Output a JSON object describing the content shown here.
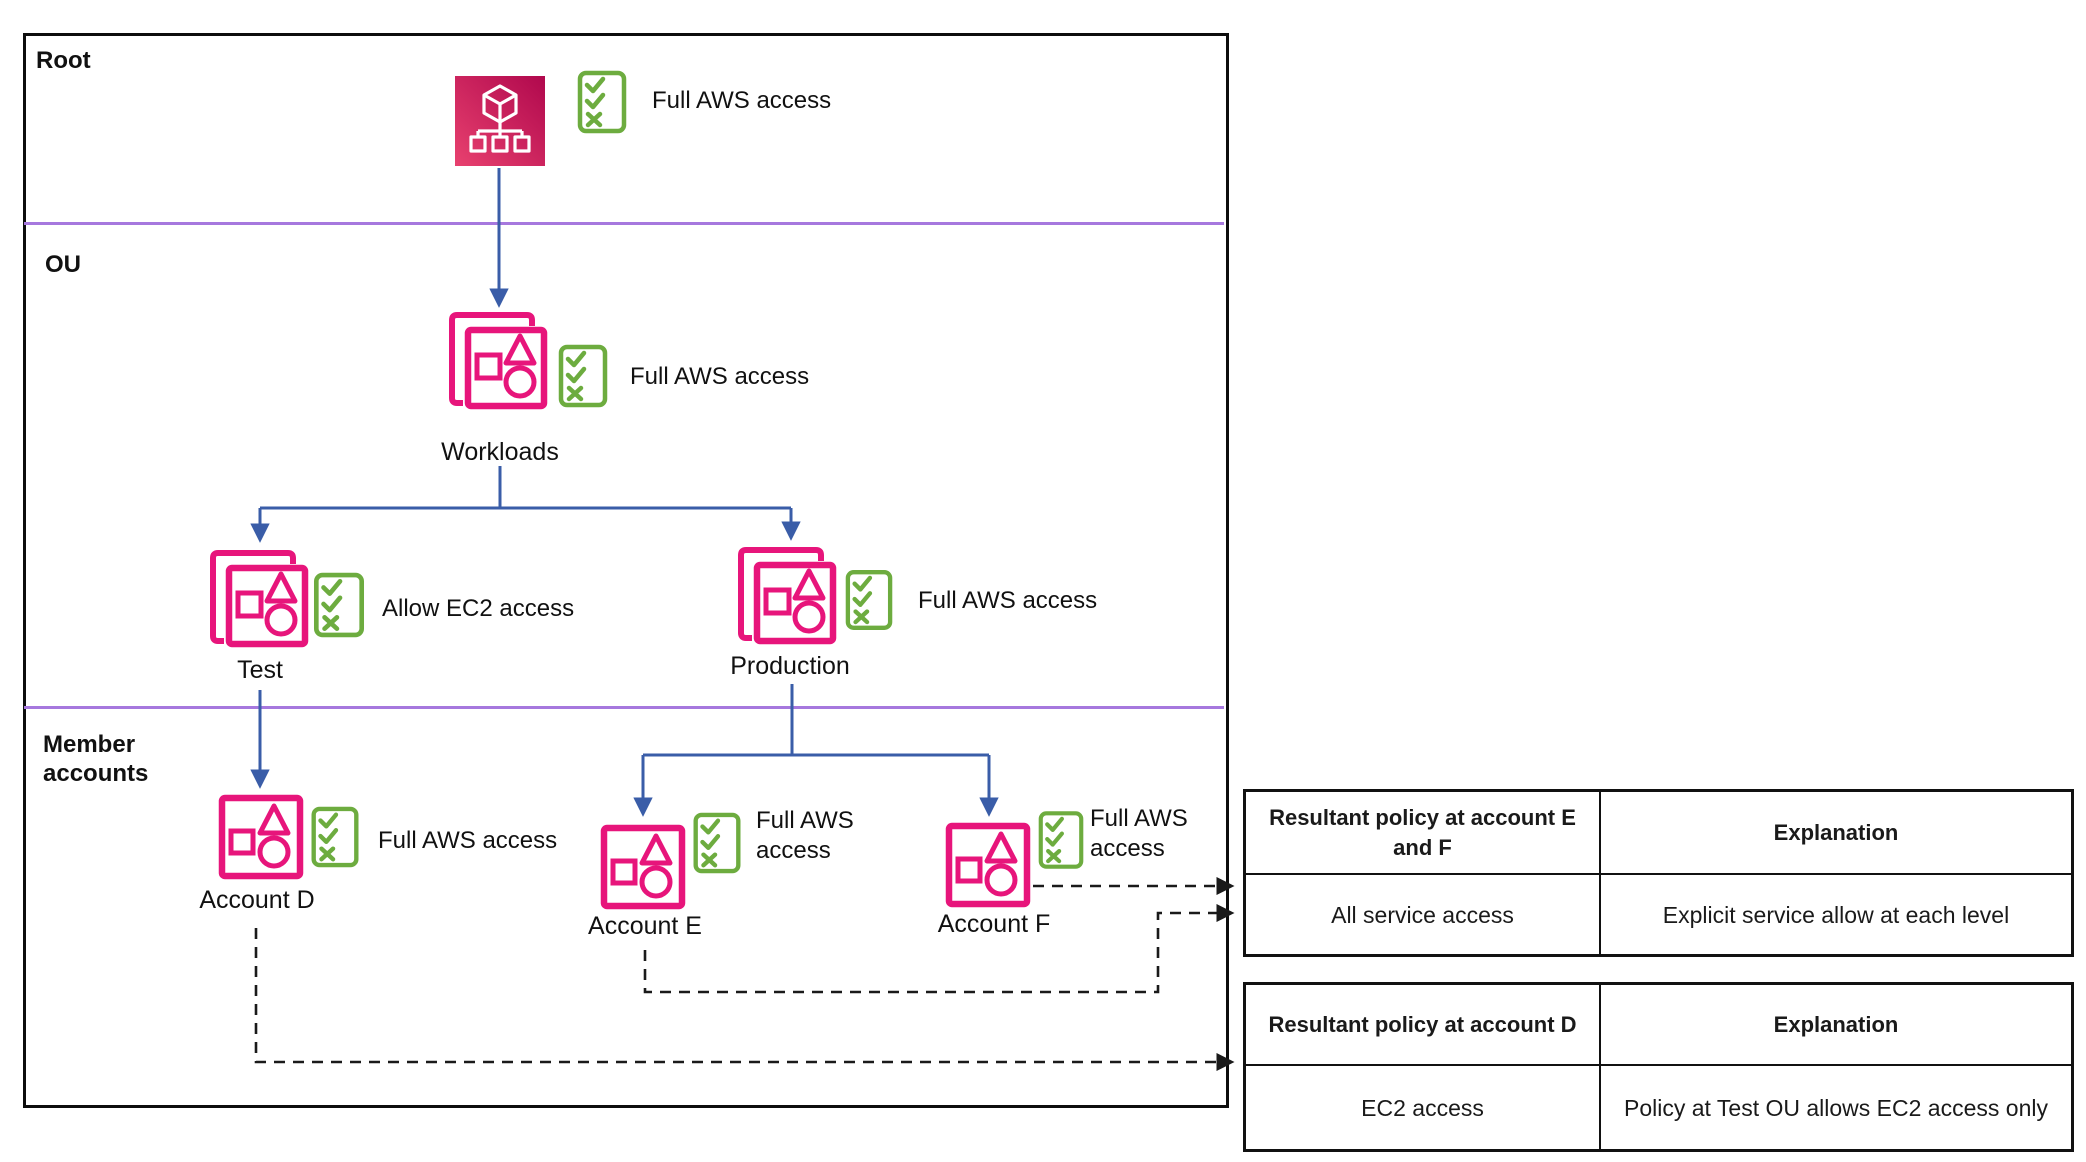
{
  "sections": {
    "root": "Root",
    "ou": "OU",
    "member": "Member accounts"
  },
  "nodes": {
    "org": {
      "policy": "Full AWS access"
    },
    "workloads": {
      "label": "Workloads",
      "policy": "Full AWS access"
    },
    "test": {
      "label": "Test",
      "policy": "Allow EC2 access"
    },
    "production": {
      "label": "Production",
      "policy": "Full AWS access"
    },
    "account_d": {
      "label": "Account D",
      "policy": "Full AWS access"
    },
    "account_e": {
      "label": "Account E",
      "policy": "Full AWS access"
    },
    "account_f": {
      "label": "Account F",
      "policy": "Full AWS access"
    }
  },
  "tables": [
    {
      "headers": [
        "Resultant policy at account E and F",
        "Explanation"
      ],
      "rows": [
        [
          "All service access",
          "Explicit service allow at each level"
        ]
      ]
    },
    {
      "headers": [
        "Resultant policy at account D",
        "Explanation"
      ],
      "rows": [
        [
          "EC2 access",
          "Policy at Test OU allows EC2 access only"
        ]
      ]
    }
  ],
  "icons": {
    "organizations": "aws-organizations-icon",
    "organizational_unit": "organizational-unit-icon",
    "account": "aws-account-icon",
    "checklist": "policy-checklist-icon"
  },
  "colors": {
    "pink": "#e7157b",
    "pink_dark": "#b0084d",
    "green": "#6dac3f",
    "blue_arrow": "#3a5da8",
    "purple_divider": "#a678de",
    "line_black": "#1a1a1a"
  }
}
